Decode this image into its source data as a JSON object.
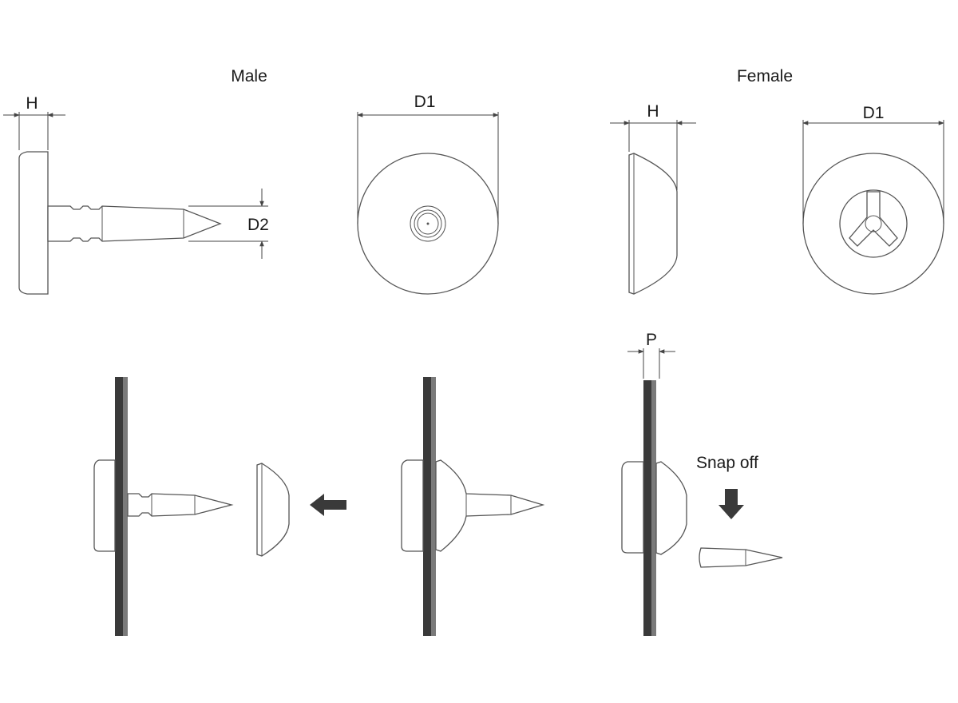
{
  "sections": {
    "male": "Male",
    "female": "Female"
  },
  "dimensions": {
    "male_h": "H",
    "male_d1": "D1",
    "male_d2": "D2",
    "female_h": "H",
    "female_d1": "D1",
    "p": "P"
  },
  "notes": {
    "snap_off": "Snap off"
  },
  "colors": {
    "panel": "#3a3a3a",
    "panel_edge": "#7a7a7a",
    "outline": "#555555",
    "arrow": "#3a3a3a"
  }
}
